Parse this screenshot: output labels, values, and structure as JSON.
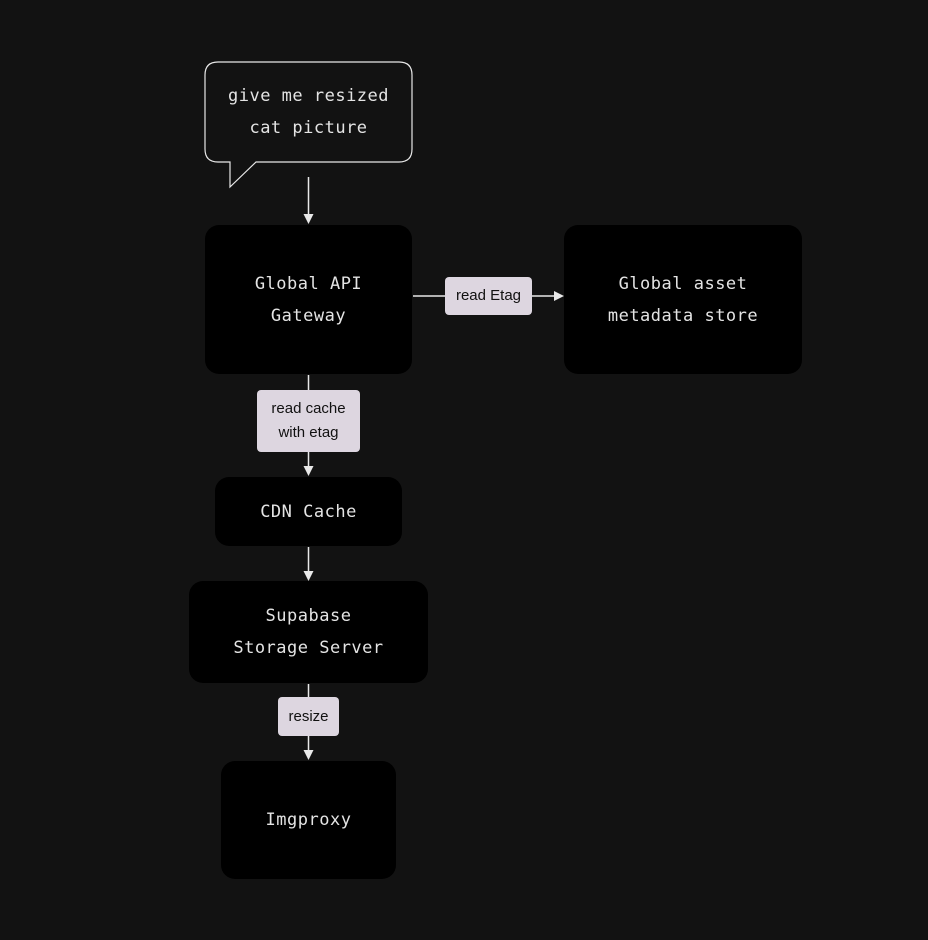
{
  "bubble": {
    "text": "give me resized\ncat picture"
  },
  "nodes": {
    "api_gateway": "Global API\nGateway",
    "metadata_store": "Global asset\nmetadata store",
    "cdn_cache": "CDN Cache",
    "storage_server": "Supabase\nStorage Server",
    "imgproxy": "Imgproxy"
  },
  "edges": {
    "read_etag": "read Etag",
    "read_cache": "read cache\nwith etag",
    "resize": "resize"
  },
  "colors": {
    "background": "#121212",
    "node_fill": "#000000",
    "node_text": "#e4e4e4",
    "label_fill": "#ddd6e0",
    "label_text": "#111111",
    "line": "#e8e8e8"
  }
}
